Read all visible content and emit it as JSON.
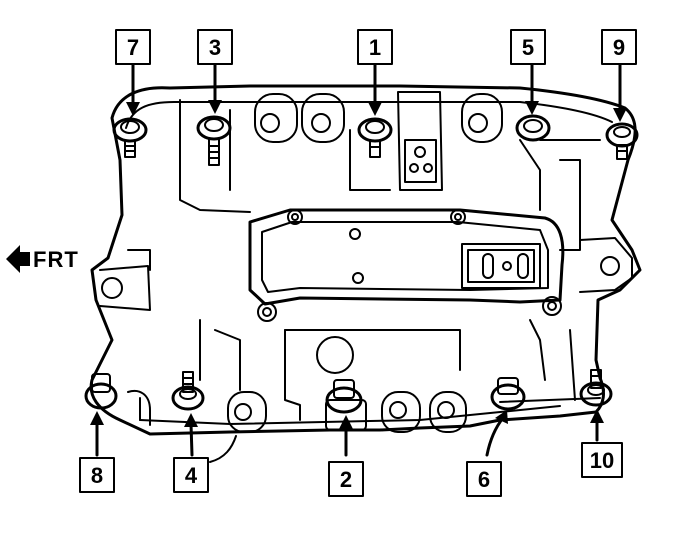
{
  "front_indicator": {
    "text": "FRT"
  },
  "bolts": [
    {
      "label": "7"
    },
    {
      "label": "3"
    },
    {
      "label": "1"
    },
    {
      "label": "5"
    },
    {
      "label": "9"
    },
    {
      "label": "8"
    },
    {
      "label": "4"
    },
    {
      "label": "2"
    },
    {
      "label": "6"
    },
    {
      "label": "10"
    }
  ]
}
